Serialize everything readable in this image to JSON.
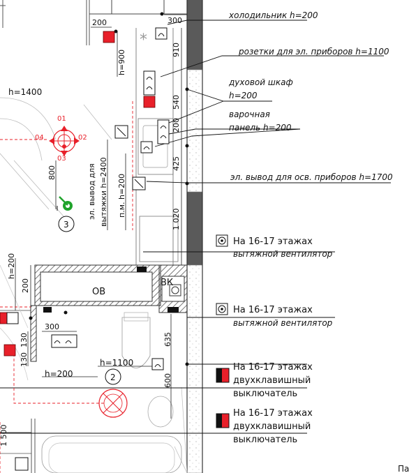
{
  "annotations": {
    "fridge": "холодильник h=200",
    "sockets": "розетки для эл. приборов h=1100",
    "oven_line1": "духовой шкаф",
    "oven_line2": "h=200",
    "hob_line1": "варочная",
    "hob_line2": "панель h=200",
    "lighting_outlet": "эл. вывод для осв. приборов h=1700",
    "exhaust_fan_1_line1": "На 16-17 этажах",
    "exhaust_fan_1_line2": "вытяжной вентилятор",
    "exhaust_fan_2_line1": "На 16-17 этажах",
    "exhaust_fan_2_line2": "вытяжной вентилятор",
    "switch_1_line1": "На 16-17 этажах",
    "switch_1_line2": "двухклавишный",
    "switch_1_line3": "выключатель",
    "switch_2_line1": "На 16-17 этажах",
    "switch_2_line2": "двухклавишный",
    "switch_2_line3": "выключатель"
  },
  "plan_labels": {
    "ov": "ОВ",
    "vk": "ВК",
    "room_3": "3",
    "room_2": "2",
    "hood_outlet_line1": "эл. вывод для",
    "hood_outlet_line2": "вытяжки h=2400",
    "pm_h": "п.м. h=200",
    "h1400": "h=1400",
    "h900": "h=900",
    "h200_left": "h=200",
    "h200_bottom": "h=200",
    "h1100": "h=1100",
    "light_01": "01",
    "light_02": "02",
    "light_03": "03",
    "light_04": "04",
    "pa": "Па"
  },
  "dimensions": {
    "d200_top": "200",
    "d300_top": "300",
    "d910": "910",
    "d540": "540",
    "d200_mid": "200",
    "d425": "425",
    "d1020": "1 020",
    "d800": "800",
    "d200_v": "200",
    "d300_mid": "300",
    "d130a": "130",
    "d130b": "130",
    "d635": "635",
    "d600": "600",
    "d1500": "1 500"
  },
  "colors": {
    "red": "#e8202a",
    "dark_red": "#b00000",
    "green": "#1fa32b",
    "wall_dark": "#555555",
    "hatch": "#777777"
  }
}
